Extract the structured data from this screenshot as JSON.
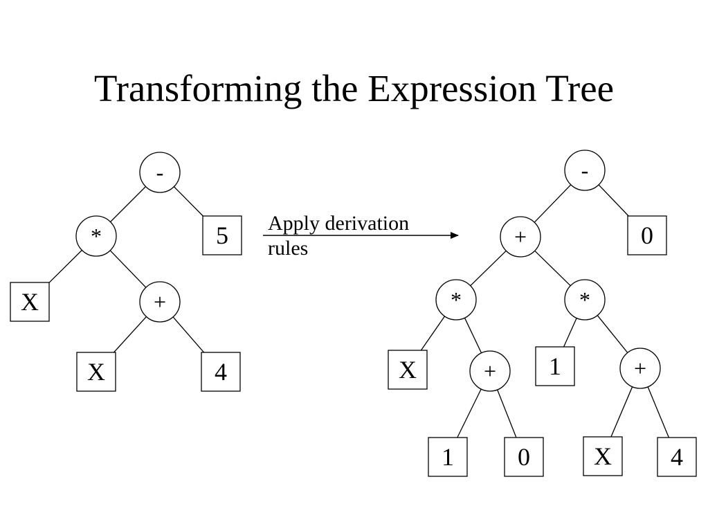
{
  "slide": {
    "title": "Transforming the Expression Tree"
  },
  "arrow": {
    "label_line1": "Apply derivation",
    "label_line2": "rules"
  },
  "trees": [
    {
      "name": "original-tree",
      "nodes": [
        {
          "id": "l_minus",
          "label": "-",
          "shape": "circle"
        },
        {
          "id": "l_mul",
          "label": "*",
          "shape": "circle"
        },
        {
          "id": "l_5",
          "label": "5",
          "shape": "box"
        },
        {
          "id": "l_x1",
          "label": "X",
          "shape": "box"
        },
        {
          "id": "l_plus",
          "label": "+",
          "shape": "circle"
        },
        {
          "id": "l_x2",
          "label": "X",
          "shape": "box"
        },
        {
          "id": "l_4",
          "label": "4",
          "shape": "box"
        }
      ],
      "edges": [
        [
          "l_minus",
          "l_mul"
        ],
        [
          "l_minus",
          "l_5"
        ],
        [
          "l_mul",
          "l_x1"
        ],
        [
          "l_mul",
          "l_plus"
        ],
        [
          "l_plus",
          "l_x2"
        ],
        [
          "l_plus",
          "l_4"
        ]
      ]
    },
    {
      "name": "derived-tree",
      "nodes": [
        {
          "id": "r_minus",
          "label": "-",
          "shape": "circle"
        },
        {
          "id": "r_plus1",
          "label": "+",
          "shape": "circle"
        },
        {
          "id": "r_0a",
          "label": "0",
          "shape": "box"
        },
        {
          "id": "r_mul1",
          "label": "*",
          "shape": "circle"
        },
        {
          "id": "r_mul2",
          "label": "*",
          "shape": "circle"
        },
        {
          "id": "r_x1",
          "label": "X",
          "shape": "box"
        },
        {
          "id": "r_plus2",
          "label": "+",
          "shape": "circle"
        },
        {
          "id": "r_1a",
          "label": "1",
          "shape": "box"
        },
        {
          "id": "r_plus3",
          "label": "+",
          "shape": "circle"
        },
        {
          "id": "r_1b",
          "label": "1",
          "shape": "box"
        },
        {
          "id": "r_0b",
          "label": "0",
          "shape": "box"
        },
        {
          "id": "r_x2",
          "label": "X",
          "shape": "box"
        },
        {
          "id": "r_4",
          "label": "4",
          "shape": "box"
        }
      ],
      "edges": [
        [
          "r_minus",
          "r_plus1"
        ],
        [
          "r_minus",
          "r_0a"
        ],
        [
          "r_plus1",
          "r_mul1"
        ],
        [
          "r_plus1",
          "r_mul2"
        ],
        [
          "r_mul1",
          "r_x1"
        ],
        [
          "r_mul1",
          "r_plus2"
        ],
        [
          "r_mul2",
          "r_1a"
        ],
        [
          "r_mul2",
          "r_plus3"
        ],
        [
          "r_plus2",
          "r_1b"
        ],
        [
          "r_plus2",
          "r_0b"
        ],
        [
          "r_plus3",
          "r_x2"
        ],
        [
          "r_plus3",
          "r_4"
        ]
      ]
    }
  ]
}
